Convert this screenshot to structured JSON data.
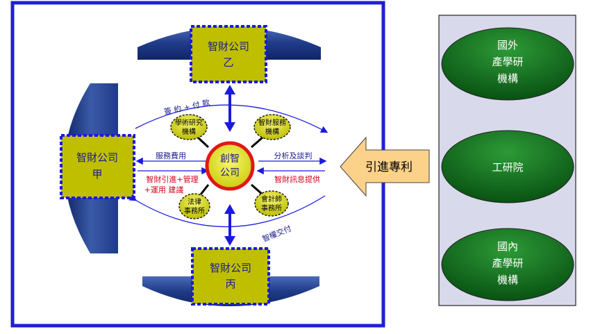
{
  "companies": {
    "top": [
      "智財公司",
      "乙"
    ],
    "left": [
      "智財公司",
      "甲"
    ],
    "bottom": [
      "智財公司",
      "丙"
    ]
  },
  "center": [
    "創智",
    "公司"
  ],
  "service_ovals": {
    "academic": [
      "學術研究",
      "機構"
    ],
    "ip_service": [
      "智財服務",
      "機構"
    ],
    "law": [
      "法律",
      "事務所"
    ],
    "accounting": [
      "會計師",
      "事務所"
    ]
  },
  "flows": {
    "sign_pay": "簽 約 + 付 款",
    "service_fee": "服務費用",
    "analysis_negotiation": "分析及談判",
    "ip_intro_mgmt": "智財引進+管理",
    "usage_advice": "+運用 建議",
    "ip_info": "智財訊息提供",
    "ip_delivery": "智權交付"
  },
  "import_arrow": "引進專利",
  "institutions": [
    [
      "國外",
      "產學研",
      "機構"
    ],
    [
      "工研院"
    ],
    [
      "國內",
      "產學研",
      "機構"
    ]
  ],
  "colors": {
    "frame": "#1f1fd6",
    "company_fill": "#bfbf00",
    "company_border": "#1a1adf",
    "drum": "#25408f",
    "center_ring": "#e01818",
    "oval_fill": "#c8c800",
    "inst_fill": "#0d6b1a",
    "panel": "#d9d9ec",
    "arrow_fill": "#fcd18a"
  }
}
